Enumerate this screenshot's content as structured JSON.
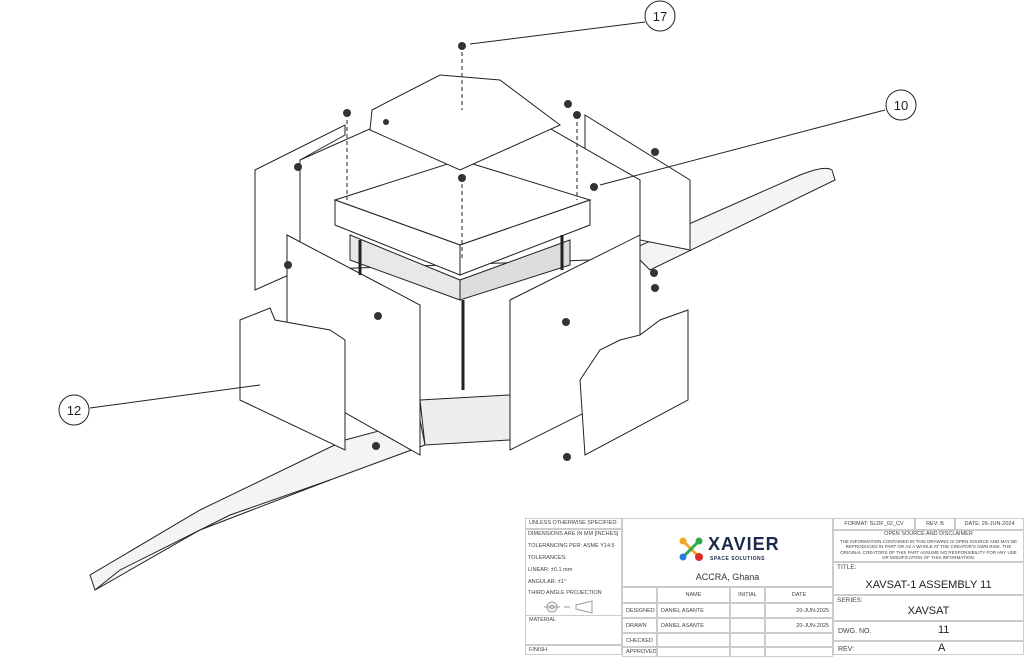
{
  "callouts": [
    "17",
    "10",
    "12"
  ],
  "title_block": {
    "left": {
      "header": "UNLESS OTHERWISE SPECIFIED:",
      "dimensions": "DIMENSIONS ARE IN MM [INCHES]",
      "tolerancing": "TOLERANCING PER: ASME Y14.5",
      "tolerances": "TOLERANCES:",
      "linear": "LINEAR: ±0.1 mm",
      "angular": "ANGULAR: ±1°",
      "projection": "THIRD ANGLE PROJECTION",
      "material": "MATERIAL",
      "finish": "FINISH"
    },
    "company": {
      "name": "XAVIER",
      "tagline": "SPACE SOLUTIONS",
      "location": "ACCRA, Ghana",
      "colors": [
        "#f5a623",
        "#2ea84a",
        "#2a7de1",
        "#e02b2b"
      ]
    },
    "signoff": {
      "headers": [
        "",
        "NAME",
        "INITIAL",
        "DATE"
      ],
      "rows": [
        {
          "label": "DESIGNED",
          "name": "DANIEL ASANTE",
          "initial": "",
          "date": "20-JUN-2025"
        },
        {
          "label": "DRAWN",
          "name": "DANIEL ASANTE",
          "initial": "",
          "date": "20-JUN-2025"
        },
        {
          "label": "CHECKED",
          "name": "",
          "initial": "",
          "date": ""
        },
        {
          "label": "APPROVED",
          "name": "",
          "initial": "",
          "date": ""
        }
      ]
    },
    "right": {
      "format": "FORMAT: SLDF_02_CV",
      "rev_format": "REV: B",
      "date": "DATE: 26-JUN-2024",
      "disclaimer_title": "OPEN SOURCE AND DISCLAIMER",
      "disclaimer_text": "THE INFORMATION CONTAINED IN THIS DRAWING IS OPEN SOURCE AND MAY BE REPRODUCED IN PART OR AS A WHOLE AT THE CREATOR'S OWN RISK. THE ORIGINAL CREATORS OF THIS PART ASSUME NO RESPONSIBILITY FOR ANY USE OR MODIFICATION OF THIS INFORMATION.",
      "title_label": "TITLE:",
      "title": "XAVSAT-1 ASSEMBLY 11",
      "series_label": "SERIES:",
      "series": "XAVSAT",
      "dwg_label": "DWG.  NO.",
      "dwg_no": "11",
      "rev_label": "REV:",
      "rev": "A"
    }
  }
}
